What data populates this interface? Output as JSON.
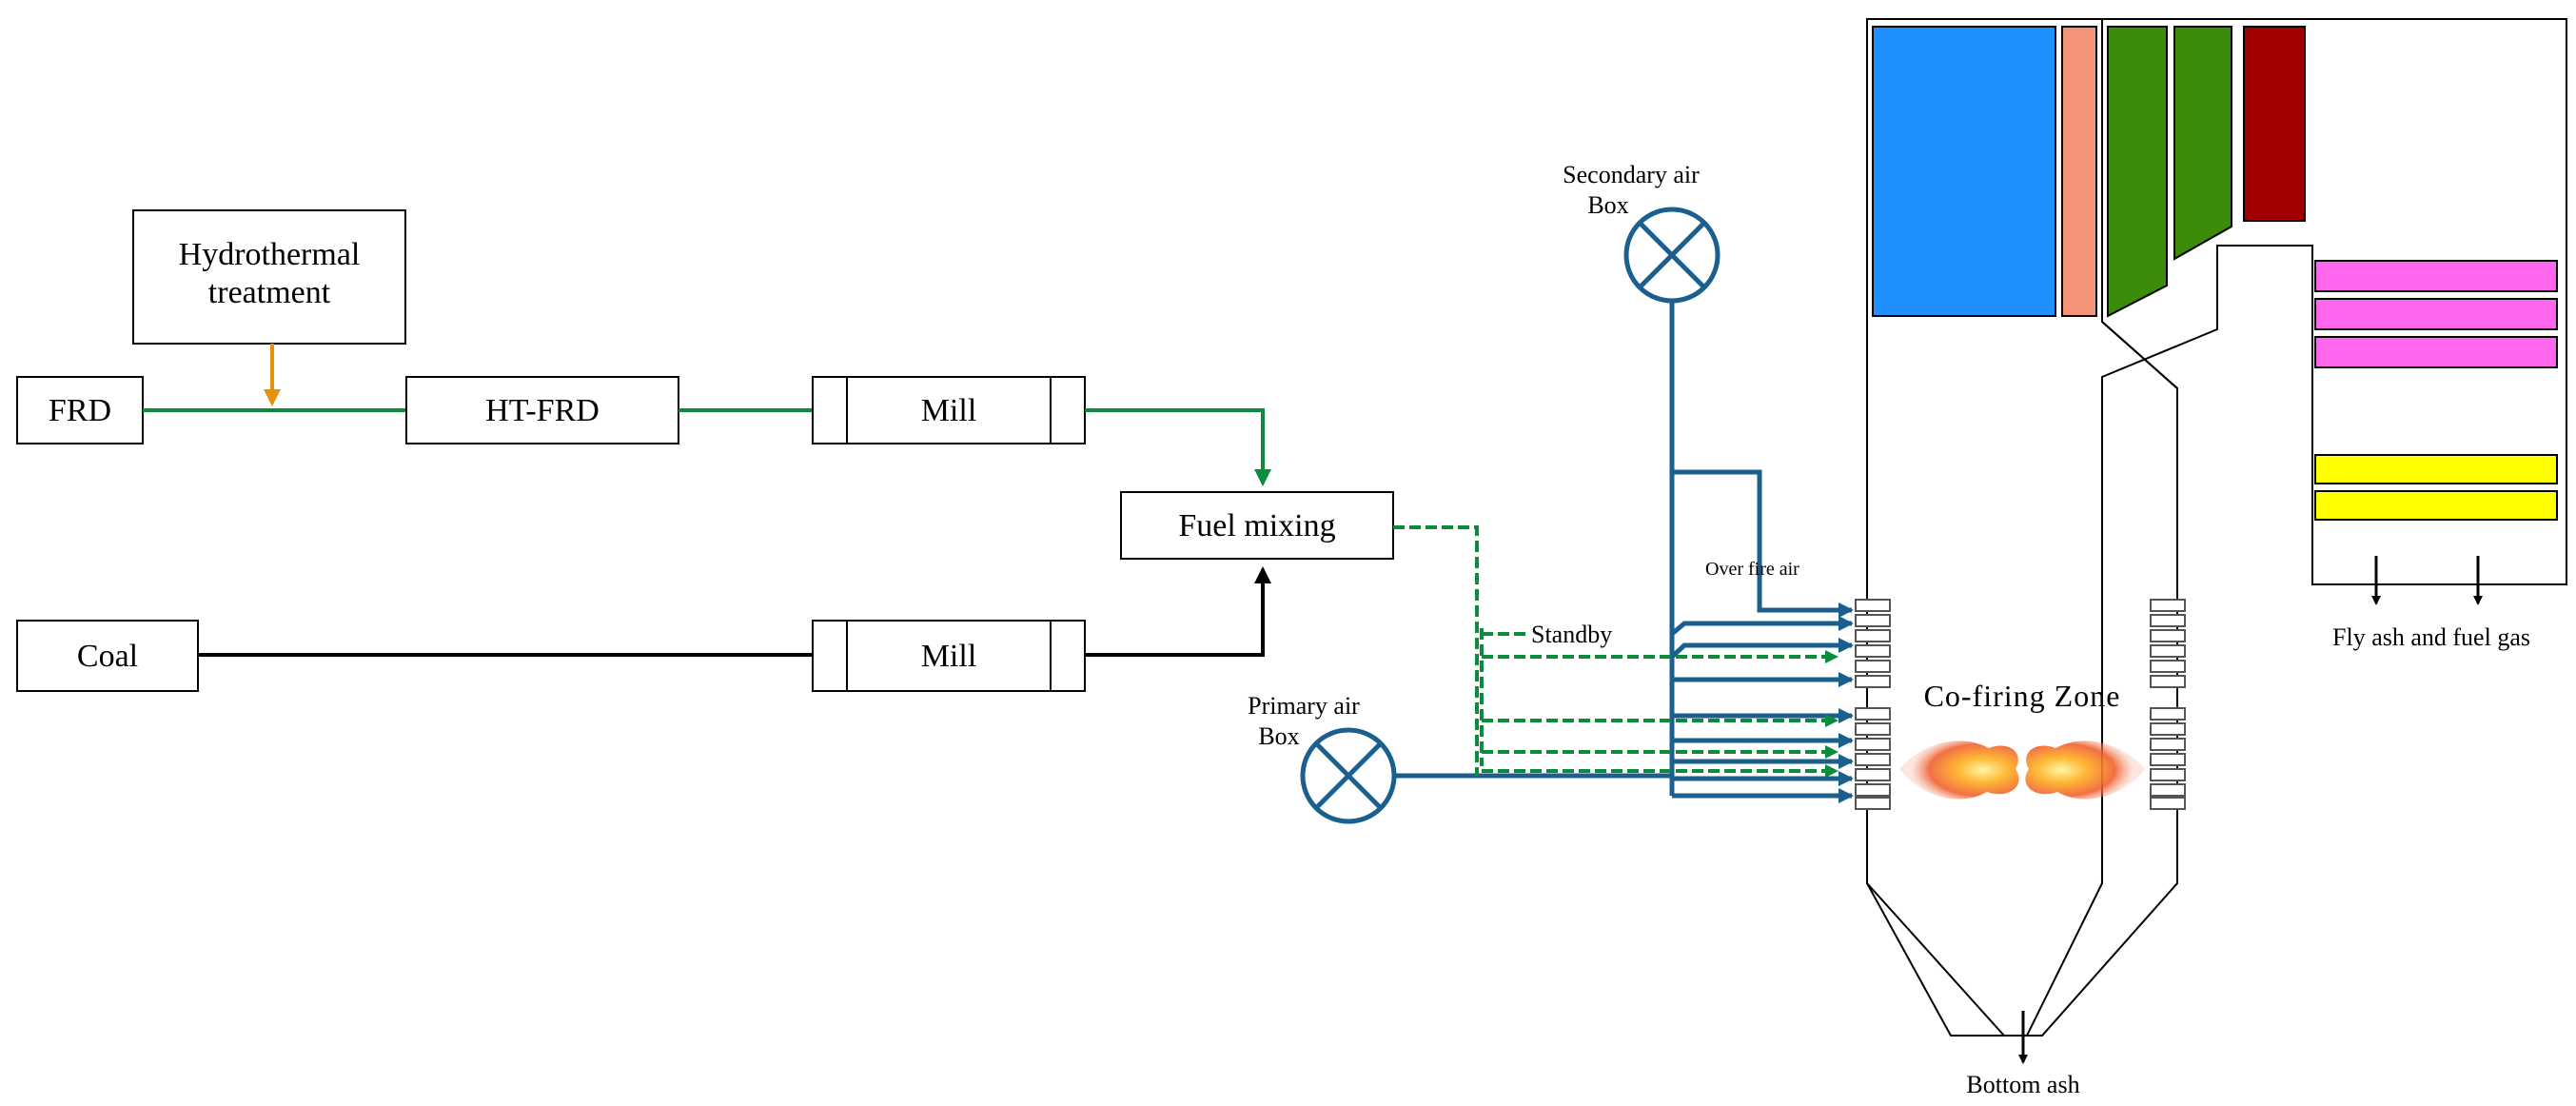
{
  "nodes": {
    "hydrothermal_line1": "Hydrothermal",
    "hydrothermal_line2": "treatment",
    "frd": "FRD",
    "ht_frd": "HT-FRD",
    "mill_top": "Mill",
    "mill_bottom": "Mill",
    "coal": "Coal",
    "fuel_mixing": "Fuel mixing"
  },
  "air": {
    "secondary_line1": "Secondary air",
    "secondary_line2": "Box",
    "primary_line1": "Primary air",
    "primary_line2": "Box",
    "over_fire_air": "Over fire air",
    "standby": "Standby"
  },
  "boiler": {
    "co_firing_zone": "Co-firing Zone",
    "bottom_ash": "Bottom ash",
    "fly_ash": "Fly ash and fuel gas"
  },
  "colors": {
    "frd_line": "#0a8c3c",
    "coal_line": "#000000",
    "hydrothermal_arrow": "#e8900a",
    "air_line": "#1a5f8e",
    "blue_panel": "#1e90ff",
    "salmon_panel": "#f4957a",
    "green_panel": "#3c8c0a",
    "red_panel": "#a00000",
    "magenta_panel": "#ff66ee",
    "yellow_panel": "#ffff00"
  }
}
